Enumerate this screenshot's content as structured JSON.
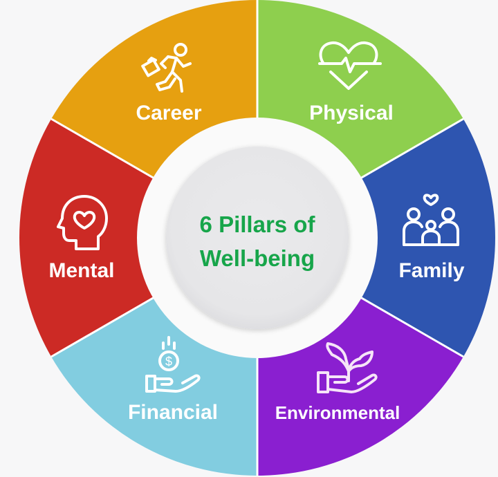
{
  "title": {
    "line1": "6 Pillars of",
    "line2": "Well-being",
    "color": "#17a54a"
  },
  "background_color": "#f7f7f8",
  "ring": {
    "outer_ring_color": "#fafafa",
    "inner_circle_color": "#e8e8ea",
    "divider_color": "#ffffff"
  },
  "pillars": [
    {
      "name": "Physical",
      "label": "Physical",
      "icon": "heartbeat-icon",
      "color": "#8ecf4e",
      "text_color": "#ffffff"
    },
    {
      "name": "Family",
      "label": "Family",
      "icon": "family-icon",
      "color": "#2e55b0",
      "text_color": "#ffffff"
    },
    {
      "name": "Environmental",
      "label": "Environmental",
      "icon": "plant-in-hand-icon",
      "color": "#8a1fd0",
      "text_color": "#f6e4f8"
    },
    {
      "name": "Financial",
      "label": "Financial",
      "icon": "money-in-hand-icon",
      "color": "#82cde0",
      "text_color": "#ffffff"
    },
    {
      "name": "Mental",
      "label": "Mental",
      "icon": "head-with-heart-icon",
      "color": "#cc2a25",
      "text_color": "#ffffff"
    },
    {
      "name": "Career",
      "label": "Career",
      "icon": "running-person-briefcase-icon",
      "color": "#e6a010",
      "text_color": "#ffffff"
    }
  ],
  "chart_data": {
    "type": "pie",
    "title": "6 Pillars of Well-being",
    "categories": [
      "Physical",
      "Family",
      "Environmental",
      "Financial",
      "Mental",
      "Career"
    ],
    "values": [
      1,
      1,
      1,
      1,
      1,
      1
    ],
    "colors": [
      "#8ecf4e",
      "#2e55b0",
      "#8a1fd0",
      "#82cde0",
      "#cc2a25",
      "#e6a010"
    ],
    "donut": true,
    "legend": "none"
  }
}
